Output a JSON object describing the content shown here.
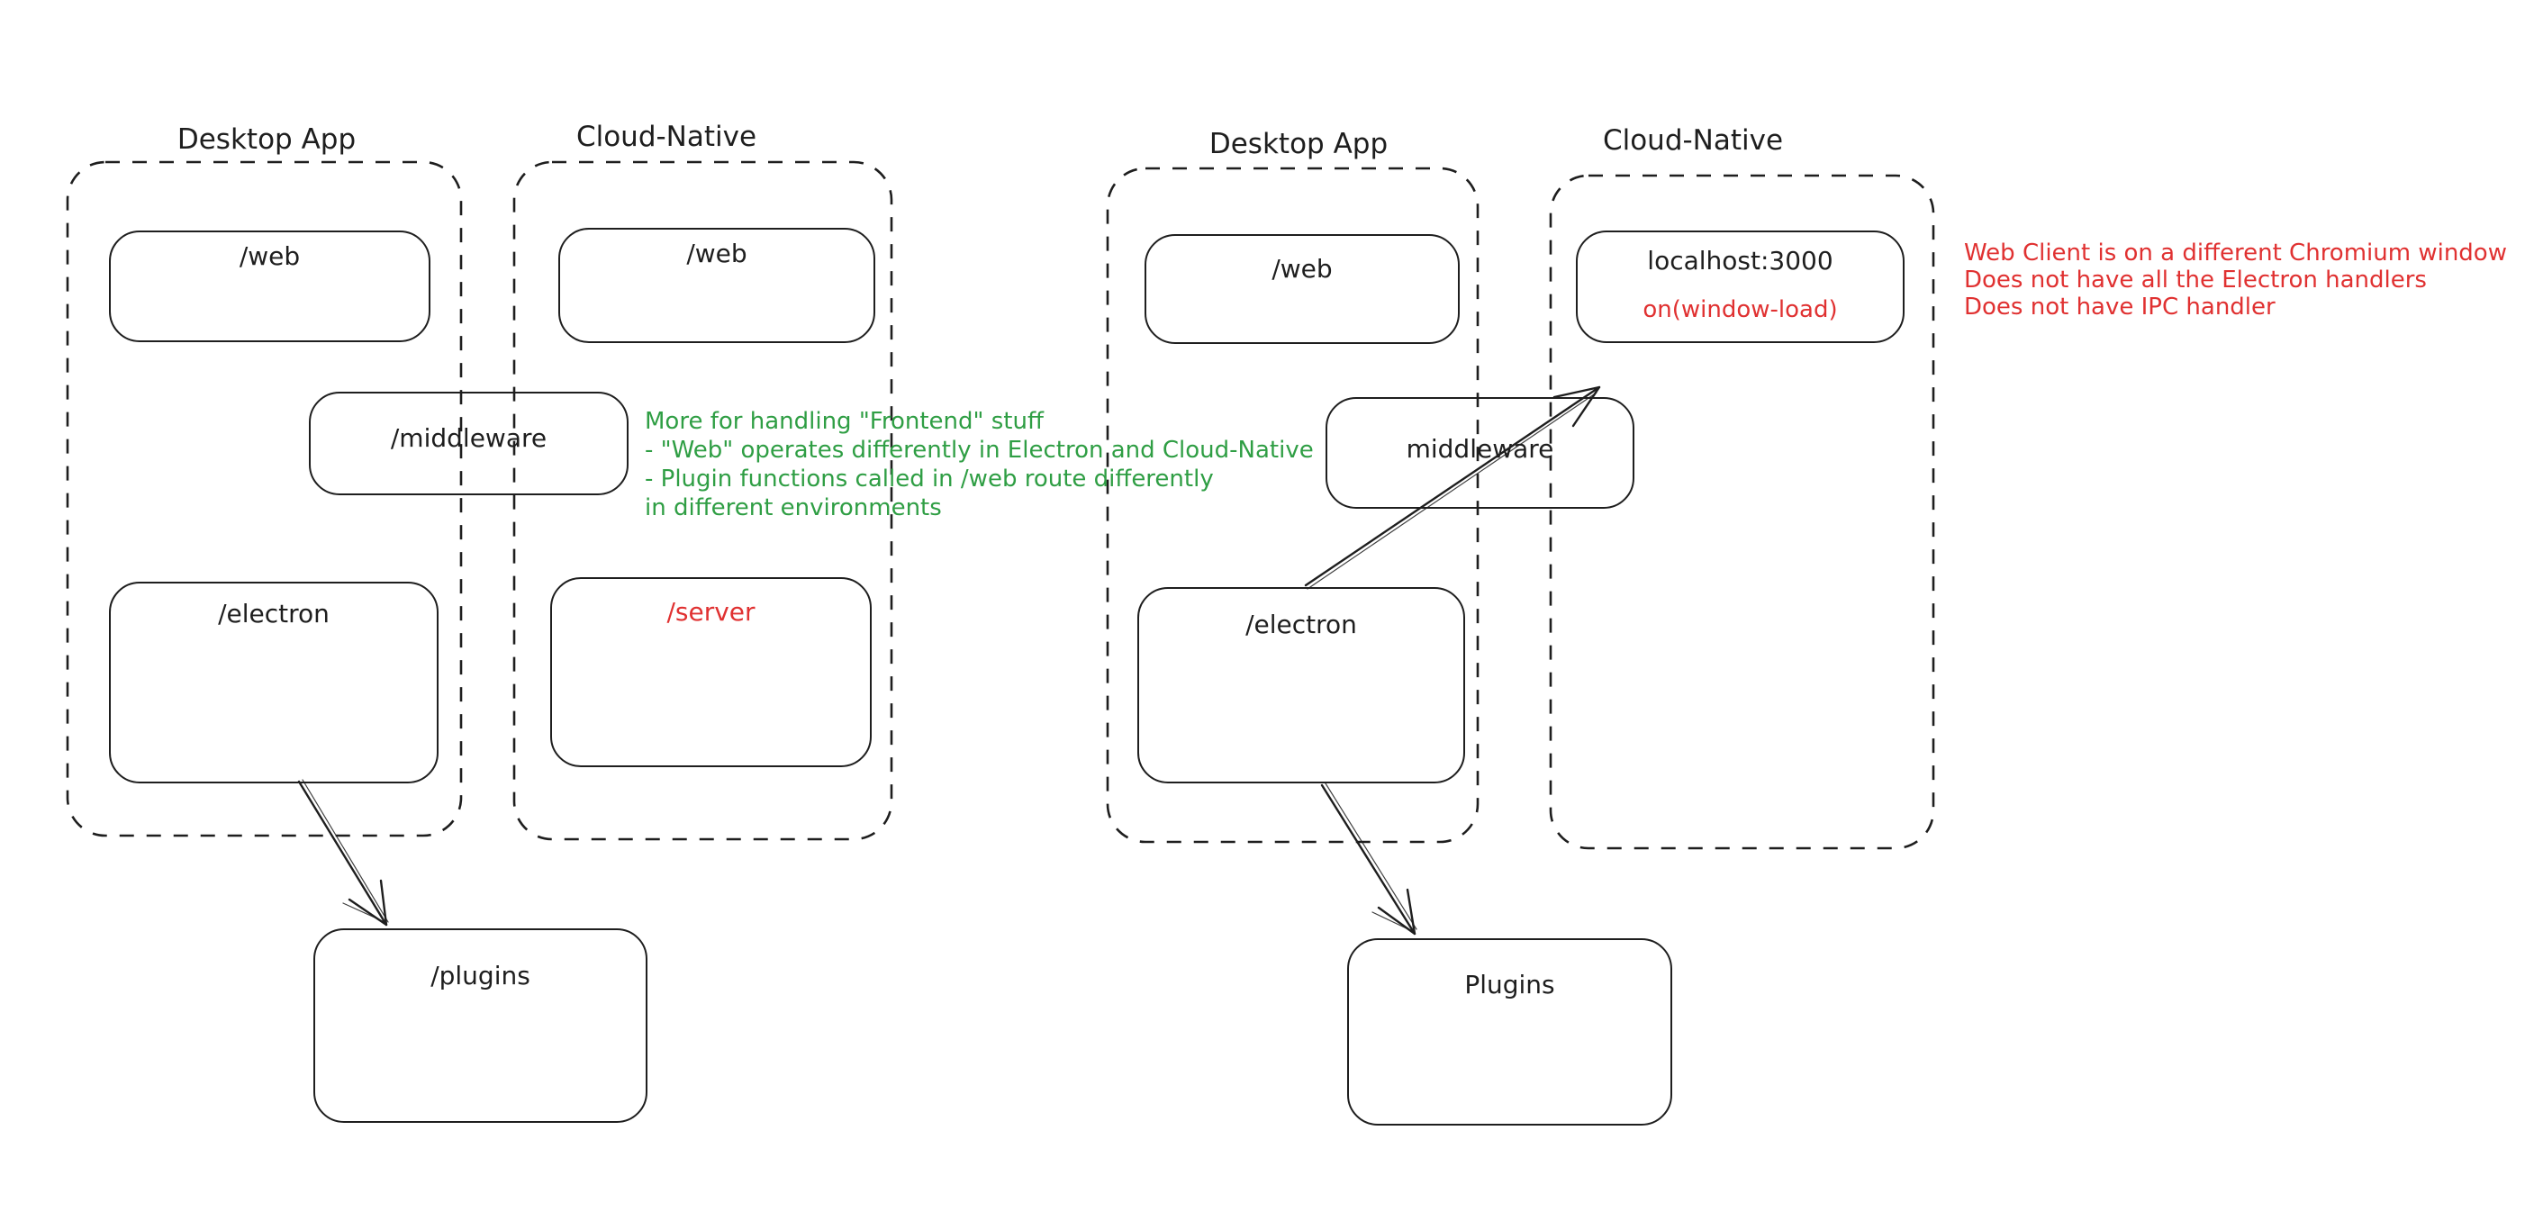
{
  "left_diagram": {
    "desktop_title": "Desktop App",
    "cloud_title": "Cloud-Native",
    "boxes": {
      "web_desktop": "/web",
      "web_cloud": "/web",
      "middleware": "/middleware",
      "electron": "/electron",
      "server": "/server",
      "plugins": "/plugins"
    }
  },
  "right_diagram": {
    "desktop_title": "Desktop App",
    "cloud_title": "Cloud-Native",
    "boxes": {
      "web": "/web",
      "localhost": "localhost:3000",
      "localhost_event": "on(window-load)",
      "middleware": "middleware",
      "electron": "/electron",
      "plugins": "Plugins"
    }
  },
  "annotations": {
    "green_note": {
      "color": "#2f9e44",
      "lines": [
        "More for handling \"Frontend\" stuff",
        "- \"Web\" operates differently in Electron and Cloud-Native",
        "- Plugin functions called in /web route differently",
        "in different environments"
      ]
    },
    "red_note": {
      "color": "#e03131",
      "lines": [
        "Web Client is on a different Chromium window",
        "Does not have all the Electron handlers",
        "Does not have IPC handler"
      ]
    }
  },
  "colors": {
    "ink": "#1e1e1e",
    "red": "#e03131",
    "green": "#2f9e44",
    "background": "#ffffff"
  }
}
